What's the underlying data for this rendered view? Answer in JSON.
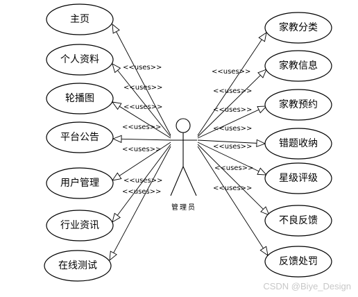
{
  "actor": {
    "name": "管理员"
  },
  "stereotype": "<<uses>>",
  "left_use_cases": [
    {
      "label": "主页"
    },
    {
      "label": "个人资料"
    },
    {
      "label": "轮播图"
    },
    {
      "label": "平台公告"
    },
    {
      "label": "用户管理"
    },
    {
      "label": "行业资讯"
    },
    {
      "label": "在线测试"
    }
  ],
  "right_use_cases": [
    {
      "label": "家教分类"
    },
    {
      "label": "家教信息"
    },
    {
      "label": "家教预约"
    },
    {
      "label": "错题收纳"
    },
    {
      "label": "星级评级"
    },
    {
      "label": "不良反馈"
    },
    {
      "label": "反馈处罚"
    }
  ],
  "watermark": "CSDN @Biye_Design"
}
